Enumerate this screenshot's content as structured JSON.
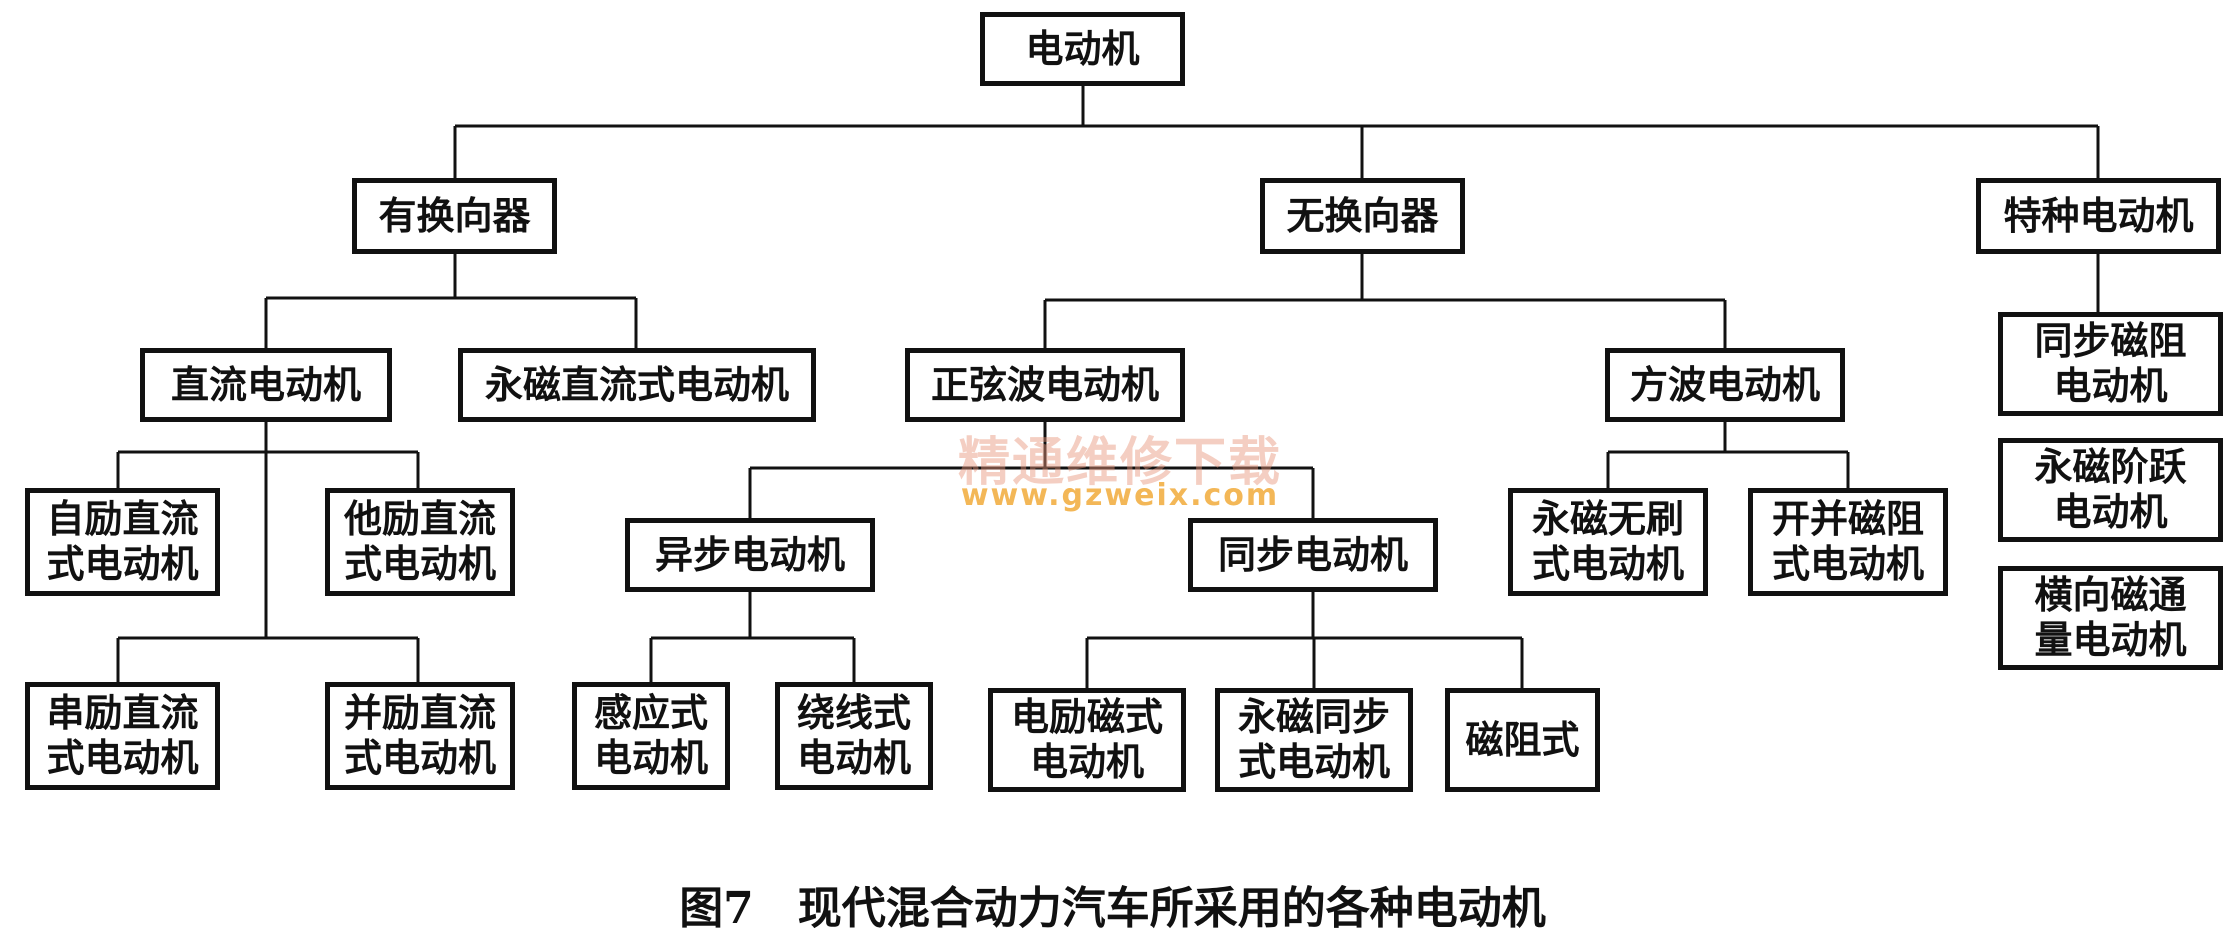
{
  "caption": "图7　现代混合动力汽车所采用的各种电动机",
  "watermark": {
    "title": "精通维修下载",
    "url": "www.gzweix.com"
  },
  "colors": {
    "line": "#111111",
    "watermark_title": "#e8957a",
    "watermark_url": "#f0a020"
  },
  "tree": {
    "root": "电动机",
    "with_commutator": {
      "label": "有换向器",
      "dc_motor": {
        "label": "直流电动机",
        "self_excited": "自励直流\n式电动机",
        "separately_excited": "他励直流\n式电动机",
        "series_excited": "串励直流\n式电动机",
        "shunt_excited": "并励直流\n式电动机"
      },
      "pm_dc_motor": "永磁直流式电动机"
    },
    "commutatorless": {
      "label": "无换向器",
      "sine_wave": {
        "label": "正弦波电动机",
        "async": {
          "label": "异步电动机",
          "induction": "感应式\n电动机",
          "wound_rotor": "绕线式\n电动机"
        },
        "sync": {
          "label": "同步电动机",
          "electro_magnetic": "电励磁式\n电动机",
          "pm_sync": "永磁同步\n式电动机",
          "reluctance": "磁阻式"
        }
      },
      "square_wave": {
        "label": "方波电动机",
        "pm_brushless": "永磁无刷\n式电动机",
        "switched_reluctance": "开并磁阻\n式电动机"
      }
    },
    "special": {
      "label": "特种电动机",
      "sync_reluctance": "同步磁阻\n电动机",
      "pm_stepper": "永磁阶跃\n电动机",
      "transverse_flux": "横向磁通\n量电动机"
    }
  }
}
